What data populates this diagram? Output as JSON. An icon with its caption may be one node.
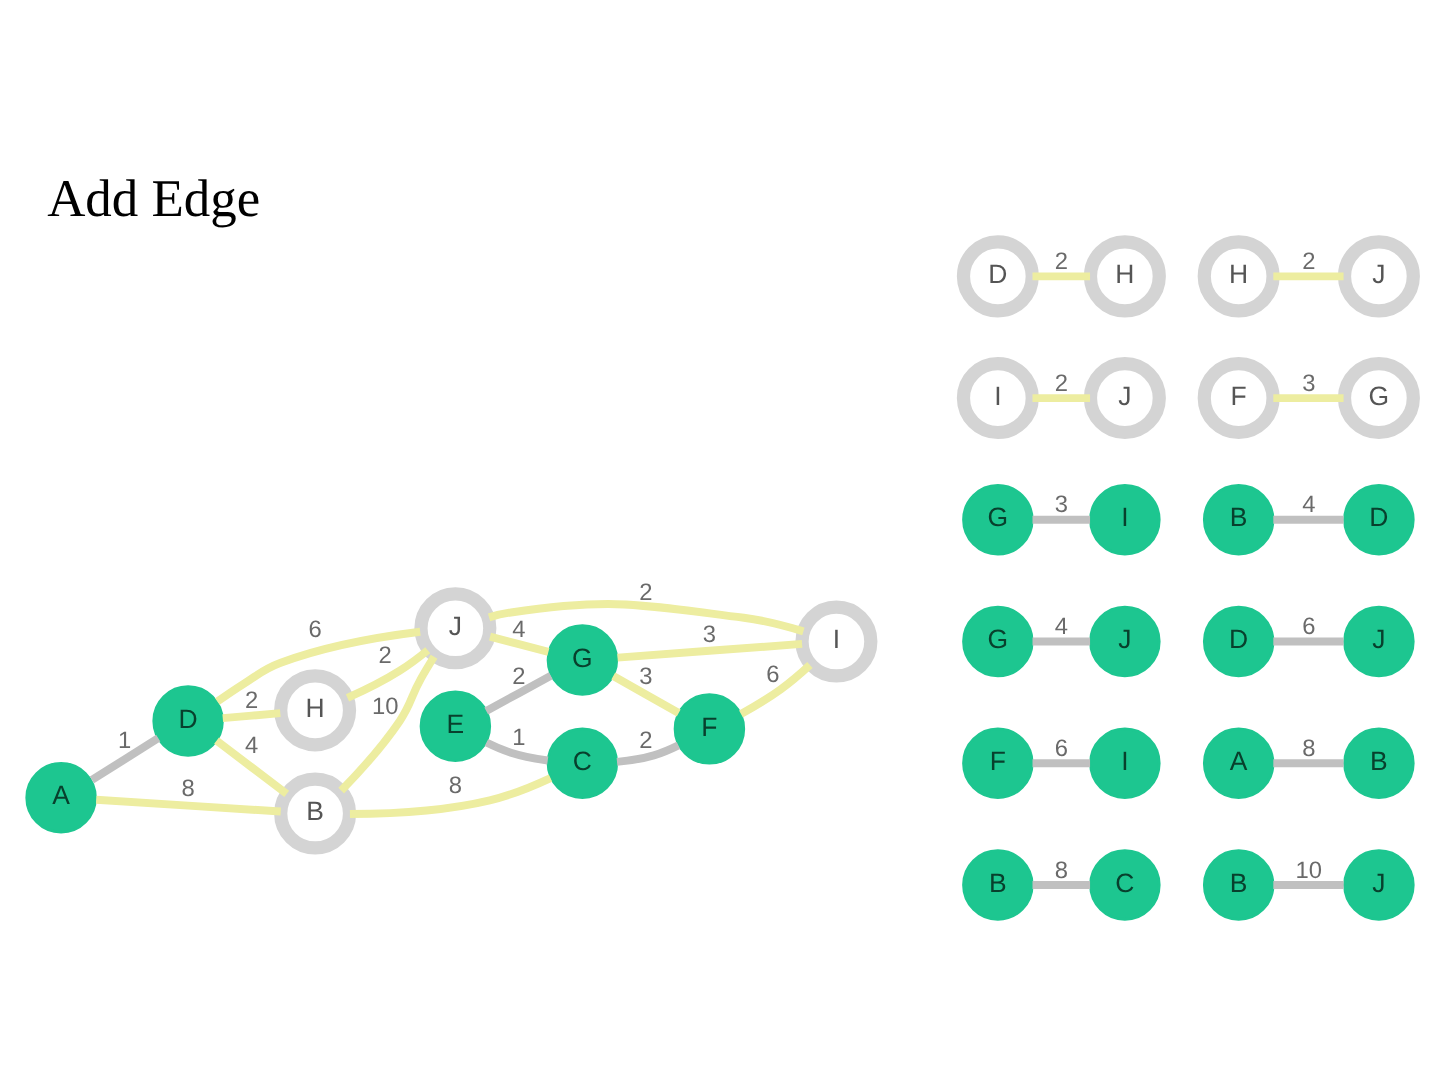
{
  "diagram": {
    "title": "Add Edge",
    "nodes": [
      {
        "text": [
          "B"
        ]
      },
      {
        "text": [
          "C"
        ]
      },
      {
        "text": [
          "A"
        ]
      },
      {
        "text": [
          "E"
        ]
      },
      {
        "text": [
          "F"
        ]
      },
      {
        "text": [
          "D"
        ]
      },
      {
        "text": [
          "G"
        ]
      },
      {
        "text": [
          "I"
        ]
      },
      {
        "text": [
          "H"
        ]
      },
      {
        "text": [
          "J"
        ]
      },
      {
        "text": [
          "D"
        ]
      },
      {
        "text": [
          "H"
        ]
      },
      {
        "text": [
          "H"
        ]
      },
      {
        "text": [
          "J"
        ]
      },
      {
        "text": [
          "I"
        ]
      },
      {
        "text": [
          "J"
        ]
      },
      {
        "text": [
          "F"
        ]
      },
      {
        "text": [
          "G"
        ]
      },
      {
        "text": [
          "G"
        ]
      },
      {
        "text": [
          "I"
        ]
      },
      {
        "text": [
          "B"
        ]
      },
      {
        "text": [
          "D"
        ]
      },
      {
        "text": [
          "G"
        ]
      },
      {
        "text": [
          "J"
        ]
      },
      {
        "text": [
          "D"
        ]
      },
      {
        "text": [
          "J"
        ]
      },
      {
        "text": [
          "F"
        ]
      },
      {
        "text": [
          "I"
        ]
      },
      {
        "text": [
          "A"
        ]
      },
      {
        "text": [
          "B"
        ]
      },
      {
        "text": [
          "B"
        ]
      },
      {
        "text": [
          "C"
        ]
      },
      {
        "text": [
          "B"
        ]
      },
      {
        "text": [
          "J"
        ]
      }
    ],
    "edges": [
      {
        "from": 2,
        "to": 0,
        "arrow": "none",
        "label": "8"
      },
      {
        "from": 2,
        "to": 5,
        "arrow": "none",
        "label": "1",
        "color": "#c0c0c0"
      },
      {
        "from": 5,
        "to": 0,
        "arrow": "none",
        "label": "4"
      },
      {
        "from": 0,
        "to": 9,
        "arrow": "none",
        "label": "10"
      },
      {
        "from": 0,
        "to": 1,
        "arrow": "none",
        "label": "8"
      },
      {
        "from": 3,
        "to": 1,
        "arrow": "none",
        "label": "1",
        "color": "#c0c0c0"
      },
      {
        "from": 1,
        "to": 4,
        "arrow": "none",
        "label": "2",
        "color": "#c0c0c0"
      },
      {
        "from": 3,
        "to": 6,
        "arrow": "none",
        "label": "2",
        "color": "#c0c0c0"
      },
      {
        "from": 6,
        "to": 4,
        "arrow": "none",
        "label": "3"
      },
      {
        "from": 4,
        "to": 7,
        "arrow": "none",
        "label": "6"
      },
      {
        "from": 6,
        "to": 7,
        "arrow": "none",
        "label": "3"
      },
      {
        "from": 9,
        "to": 6,
        "arrow": "none",
        "label": "4"
      },
      {
        "from": 5,
        "to": 8,
        "arrow": "none",
        "label": "2"
      },
      {
        "from": 5,
        "to": 9,
        "arrow": "none",
        "label": "6"
      },
      {
        "from": 8,
        "to": 9,
        "arrow": "none",
        "label": "2"
      },
      {
        "from": 9,
        "to": 7,
        "arrow": "none",
        "label": "2"
      },
      {
        "from": 10,
        "to": 11,
        "arrow": "none",
        "label": "2"
      },
      {
        "from": 12,
        "to": 13,
        "arrow": "none",
        "label": "2"
      },
      {
        "from": 14,
        "to": 15,
        "arrow": "none",
        "label": "2"
      },
      {
        "from": 16,
        "to": 17,
        "arrow": "none",
        "label": "3"
      },
      {
        "from": 18,
        "to": 19,
        "arrow": "none",
        "label": "3",
        "color": "#c0c0c0"
      },
      {
        "from": 20,
        "to": 21,
        "arrow": "none",
        "label": "4",
        "color": "#c0c0c0"
      },
      {
        "from": 22,
        "to": 23,
        "arrow": "none",
        "label": "4",
        "color": "#c0c0c0"
      },
      {
        "from": 24,
        "to": 25,
        "arrow": "none",
        "label": "6",
        "color": "#c0c0c0"
      },
      {
        "from": 26,
        "to": 27,
        "arrow": "none",
        "label": "6",
        "color": "#c0c0c0"
      },
      {
        "from": 28,
        "to": 29,
        "arrow": "none",
        "label": "8",
        "color": "#c0c0c0"
      },
      {
        "from": 30,
        "to": 31,
        "arrow": "none",
        "label": "8",
        "color": "#c0c0c0"
      },
      {
        "from": 32,
        "to": 33,
        "arrow": "none",
        "label": "10",
        "color": "#c0c0c0"
      }
    ]
  }
}
